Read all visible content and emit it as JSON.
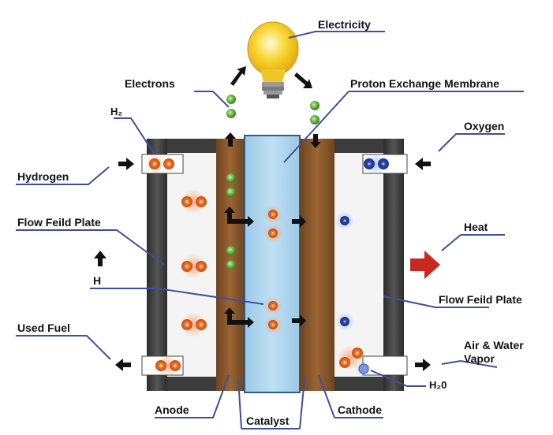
{
  "labels": {
    "electricity": "Electricity",
    "electrons": "Electrons",
    "pem": "Proton Exchange Membrane",
    "h2_in": "H₂",
    "oxygen": "Oxygen",
    "hydrogen": "Hydrogen",
    "flow_plate_left": "Flow Feild Plate",
    "heat": "Heat",
    "h": "H",
    "flow_plate_right": "Flow Feild Plate",
    "used_fuel": "Used Fuel",
    "air_water_line1": "Air & Water",
    "air_water_line2": "Vapor",
    "h2o": "H₂0",
    "anode": "Anode",
    "catalyst": "Catalyst",
    "cathode": "Cathode"
  },
  "colors": {
    "electron": "#5fae3c",
    "proton": "#e8621c",
    "oxygen": "#2f4fb5",
    "membrane": "#a9d3ec",
    "electrode": "#8a5a2b",
    "flow_plate": "#3a3a3a",
    "heat_arrow": "#c8281e",
    "bulb": "#f6d32a"
  }
}
